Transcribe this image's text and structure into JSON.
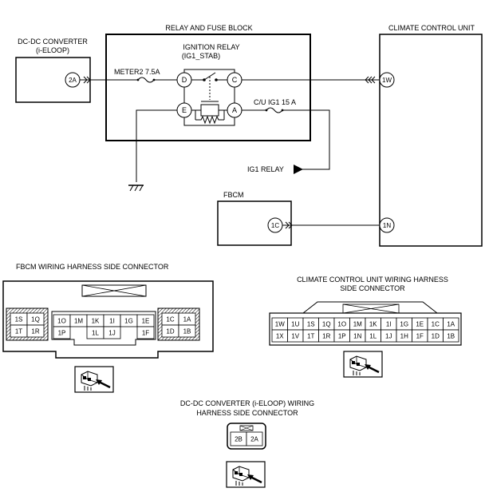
{
  "titles": {
    "dcdc": [
      "DC-DC CONVERTER",
      "(i-ELOOP)"
    ],
    "relay_block": "RELAY AND FUSE BLOCK",
    "ignition_relay": [
      "IGNITION RELAY",
      "(IG1_STAB)"
    ],
    "climate_unit": "CLIMATE CONTROL UNIT",
    "fbcm": "FBCM",
    "ig1_relay_arrow": "IG1 RELAY"
  },
  "fuses": {
    "meter": "METER2 7.5A",
    "cu": "C/U IG1 15 A"
  },
  "terminals": {
    "dcdc_2a": "2A",
    "relay_d": "D",
    "relay_c": "C",
    "relay_e": "E",
    "relay_a": "A",
    "cc_1w": "1W",
    "cc_1n": "1N",
    "fbcm_1c": "1C"
  },
  "fbcm_connector": {
    "title": "FBCM WIRING HARNESS SIDE CONNECTOR",
    "left_top": [
      "1S",
      "1Q"
    ],
    "left_bottom": [
      "1T",
      "1R"
    ],
    "mid_top": [
      "1O",
      "1M",
      "1K",
      "1I",
      "1G",
      "1E"
    ],
    "mid_bottom": [
      "1P",
      "1L",
      "1J",
      "1F"
    ],
    "right_top": [
      "1C",
      "1A"
    ],
    "right_bottom": [
      "1D",
      "1B"
    ]
  },
  "cc_connector": {
    "title": [
      "CLIMATE CONTROL UNIT WIRING HARNESS",
      "SIDE CONNECTOR"
    ],
    "top": [
      "1W",
      "1U",
      "1S",
      "1Q",
      "1O",
      "1M",
      "1K",
      "1I",
      "1G",
      "1E",
      "1C",
      "1A"
    ],
    "bottom": [
      "1X",
      "1V",
      "1T",
      "1R",
      "1P",
      "1N",
      "1L",
      "1J",
      "1H",
      "1F",
      "1D",
      "1B"
    ]
  },
  "dcdc_connector": {
    "title": [
      "DC-DC CONVERTER (i-ELOOP) WIRING",
      "HARNESS SIDE CONNECTOR"
    ],
    "pins": [
      "2B",
      "2A"
    ]
  }
}
